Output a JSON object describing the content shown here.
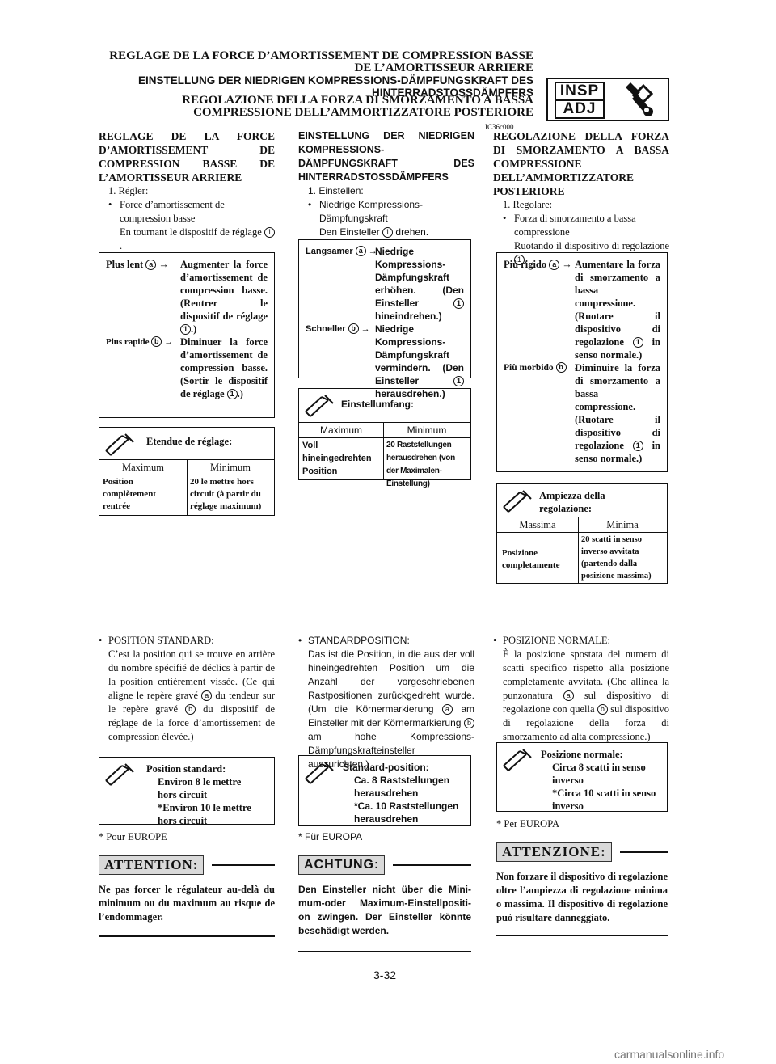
{
  "header": {
    "fr_line1": "REGLAGE DE LA FORCE D’AMORTISSEMENT DE COMPRESSION BASSE",
    "fr_line2": "DE L’AMORTISSEUR ARRIERE",
    "de_line1": "EINSTELLUNG DER NIEDRIGEN KOMPRESSIONS-DÄMPFUNGSKRAFT DES",
    "de_line2": "HINTERRADSTOSSDÄMPFFRS",
    "it_line1": "REGOLAZIONE DELLA FORZA DI SMORZAMENTO A BASSA",
    "it_line2": "COMPRESSIONE DELL’AMMORTIZZATORE POSTERIORE",
    "badge_top": "INSP",
    "badge_bottom": "ADJ",
    "code": "IC36c000"
  },
  "fr": {
    "title": "REGLAGE DE LA FORCE D’AMORTISSEMENT DE COMPRESSION BASSE DE L’AMORTISSEUR ARRIERE",
    "step": "1. Régler:",
    "bullet": "Force d’amortissement de compression basse",
    "detail": "En tournant le dispositif de réglage",
    "detail_end": ".",
    "dir_hard_label": "Plus lent",
    "dir_hard_text": "Augmenter la force d’amortissement de compression basse. (Rentrer le dispositif de réglage",
    "dir_hard_end": ".)",
    "dir_soft_label": "Plus rapide",
    "dir_soft_text": "Diminuer la force d’amortissement de compression basse. (Sortir le dispositif de réglage",
    "dir_soft_end": ".)",
    "range_title": "Etendue de réglage:",
    "range_max_h": "Maximum",
    "range_min_h": "Minimum",
    "range_max": "Position complètement rentrée",
    "range_min": "20 le mettre hors circuit (à partir du réglage maximum)",
    "std_head": "POSITION STANDARD:",
    "std_text": "C’est la position qui se trouve en arrière du nombre spécifié de déclics à partir de la position entièrement vissée. (Ce qui aligne le repère gravé",
    "std_text2": "du tendeur sur le repère gravé",
    "std_text3": "du dispositif de réglage de la force d’amortissement de compression élevée.)",
    "std_box_title": "Position standard:",
    "std_box_l1": "Environ 8 le mettre hors circuit",
    "std_box_l2": "*Environ 10 le mettre hors circuit",
    "footnote": "* Pour EUROPE",
    "caution_label": "ATTENTION:",
    "caution_text": "Ne pas forcer le régulateur au-delà du minimum ou du maximum au risque de l’endommager."
  },
  "de": {
    "title": "EINSTELLUNG DER NIEDRIGEN KOMPRESSIONS-DÄMPFUNGSKRAFT DES HINTERRADSTOSSDÄMPFERS",
    "step": "1. Einstellen:",
    "bullet": "Niedrige Kompressions-Dämpfungskraft",
    "detail": "Den Einsteller",
    "detail_end": "drehen.",
    "dir_hard_label": "Langsamer",
    "dir_hard_text": "Niedrige Kompressions-Dämpfungskraft erhöhen. (Den Einsteller",
    "dir_hard_end": "hineindrehen.)",
    "dir_soft_label": "Schneller",
    "dir_soft_text": "Niedrige Kompressions-Dämpfungskraft vermindern. (Den Einsteller",
    "dir_soft_end": "herausdrehen.)",
    "range_title": "Einstellumfang:",
    "range_max_h": "Maximum",
    "range_min_h": "Minimum",
    "range_max": "Voll hineingedrehten Position",
    "range_min": "20 Raststellungen herausdrehen (von der Maximalen-Einstellung)",
    "std_head": "STANDARDPOSITION:",
    "std_text": "Das ist die Position, in die aus der voll hineingedrehten Position um die Anzahl der vorgeschriebenen Rastpositionen zurückgedreht wurde. (Um die Körnermarkierung",
    "std_text2": "am Einsteller mit der Körnermarkierung",
    "std_text3": "am hohe Kompressions-Dämpfungskrafteinsteller auszurichten.)",
    "std_box_title": "Standard-position:",
    "std_box_l1": "Ca. 8 Raststellungen herausdrehen",
    "std_box_l2": "*Ca. 10 Raststellungen herausdrehen",
    "footnote": "* Für EUROPA",
    "caution_label": "ACHTUNG:",
    "caution_text": "Den Einsteller nicht über die Mini-mum-oder Maximum-Einstellpositi-on zwingen. Der Einsteller könnte beschädigt werden."
  },
  "it": {
    "title": "REGOLAZIONE DELLA FORZA DI SMORZAMENTO A BASSA COMPRESSIONE DELL’AMMORTIZZATORE POSTERIORE",
    "step": "1. Regolare:",
    "bullet": "Forza di smorzamento a bassa compressione",
    "detail": "Ruotando il dispositivo di regolazione",
    "detail_end": ".",
    "dir_hard_label": "Più rigido",
    "dir_hard_text": "Aumentare la forza di smorzamento a bassa compressione. (Ruotare il dispositivo di regolazione",
    "dir_hard_end": "in senso normale.)",
    "dir_soft_label": "Più morbido",
    "dir_soft_text": "Diminuire la forza di smorzamento a bassa compressione. (Ruotare il dispositivo di regolazione",
    "dir_soft_end": "in senso normale.)",
    "range_title": "Ampiezza della regolazione:",
    "range_max_h": "Massima",
    "range_min_h": "Minima",
    "range_max": "Posizione completamente",
    "range_min": "20 scatti in senso inverso avvitata (partendo dalla posizione massima)",
    "std_head": "POSIZIONE NORMALE:",
    "std_text": "È la posizione spostata del numero di scatti specifico rispetto alla posizione completamente avvitata. (Che allinea la punzonatura",
    "std_text2": "sul dispositivo di regolazione con quella",
    "std_text3": "sul dispositivo di regolazione della forza di smorzamento ad alta compressione.)",
    "std_box_title": "Posizione normale:",
    "std_box_l1": "Circa 8 scatti in senso inverso",
    "std_box_l2": "*Circa 10 scatti in senso inverso",
    "footnote": "* Per EUROPA",
    "caution_label": "ATTENZIONE:",
    "caution_text": "Non forzare il dispositivo di regolazione oltre l’ampiezza di regolazione minima o massima. Il dispositivo di regolazione può risultare danneggiato."
  },
  "marks": {
    "one": "1",
    "a": "a",
    "b": "b",
    "bullet": "•",
    "arrow": "→"
  },
  "page_number": "3-32",
  "footer": "carmanualsonline.info"
}
